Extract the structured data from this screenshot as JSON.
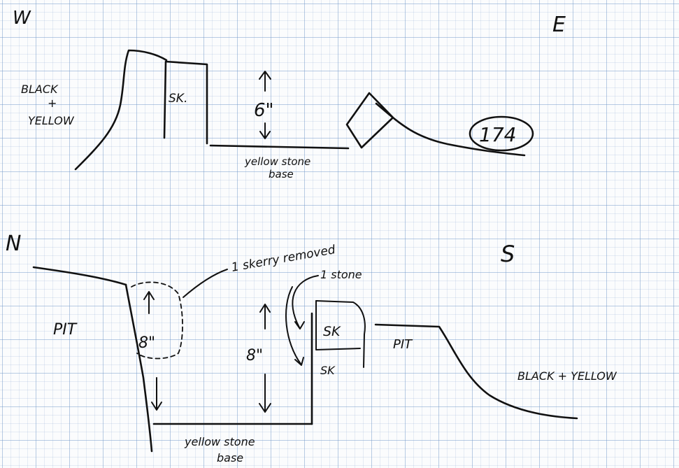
{
  "section_top": {
    "left_direction": "W",
    "right_direction": "E",
    "left_deposit_line1": "BLACK",
    "left_deposit_plus": "+",
    "left_deposit_line2": "YELLOW",
    "stone_label": "SK.",
    "depth": "6\"",
    "base_line1": "yellow stone",
    "base_line2": "base",
    "context_number": "174"
  },
  "section_bottom": {
    "left_direction": "N",
    "right_direction": "S",
    "left_fill": "PIT",
    "note_removed": "1 skerry removed",
    "note_stone": "1 stone",
    "depth_left": "8\"",
    "depth_mid": "8\"",
    "stone_label": "SK",
    "stone_label_below": "SK",
    "right_fill": "PIT",
    "right_deposit": "BLACK + YELLOW",
    "base_line1": "yellow stone",
    "base_line2": "base"
  }
}
